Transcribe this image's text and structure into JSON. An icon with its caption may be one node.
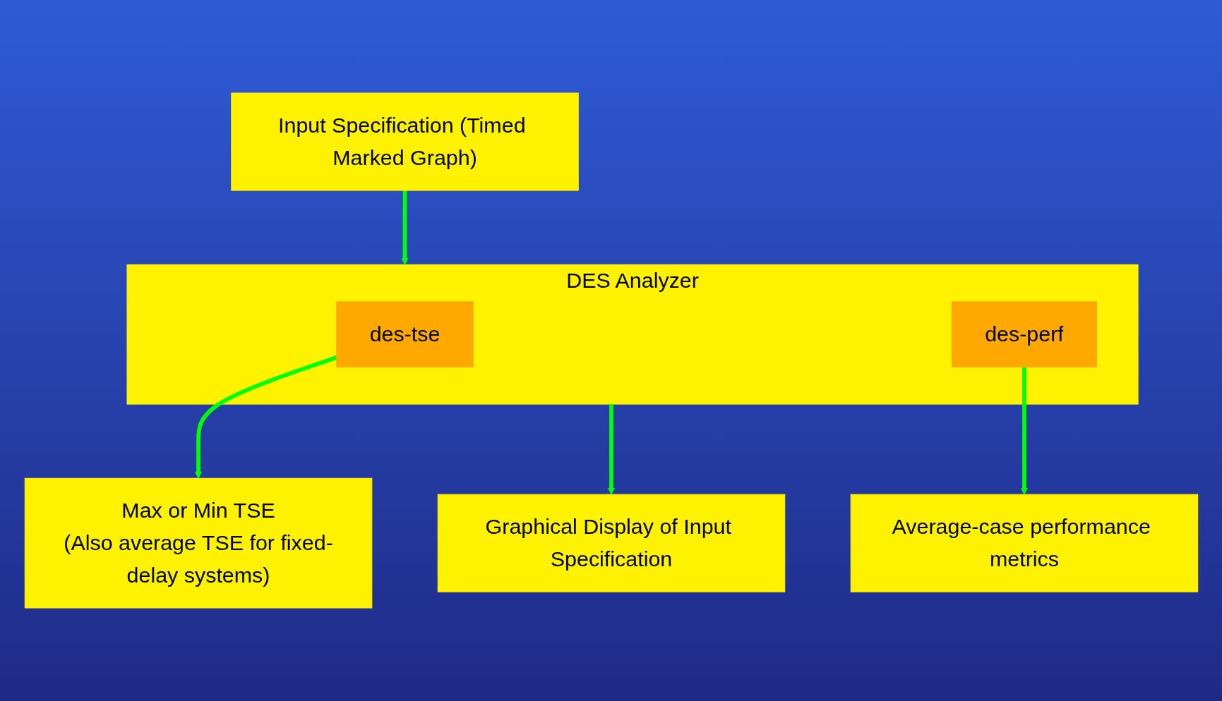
{
  "diagram": {
    "nodes": [
      {
        "text": [
          "Input Specification (Timed Marked Graph)"
        ]
      },
      {
        "text": [
          "Graphical Display of Input Specification"
        ]
      },
      {
        "text": [
          "DES Analyzer"
        ]
      },
      {
        "text": [
          "des-tse"
        ],
        "in": 2
      },
      {
        "text": [
          "des-perf"
        ],
        "in": 2
      },
      {
        "text": [
          "Max or Min TSE",
          "(Also average TSE for fixed-delay systems)"
        ]
      },
      {
        "text": [
          "Average-case performance metrics"
        ]
      }
    ],
    "edges": [
      {
        "from": 0,
        "to": 2,
        "arrow": "to"
      },
      {
        "from": 2,
        "to": 1,
        "arrow": "to"
      },
      {
        "from": 3,
        "to": 5,
        "arrow": "to"
      },
      {
        "from": 4,
        "to": 6,
        "arrow": "to"
      }
    ]
  }
}
